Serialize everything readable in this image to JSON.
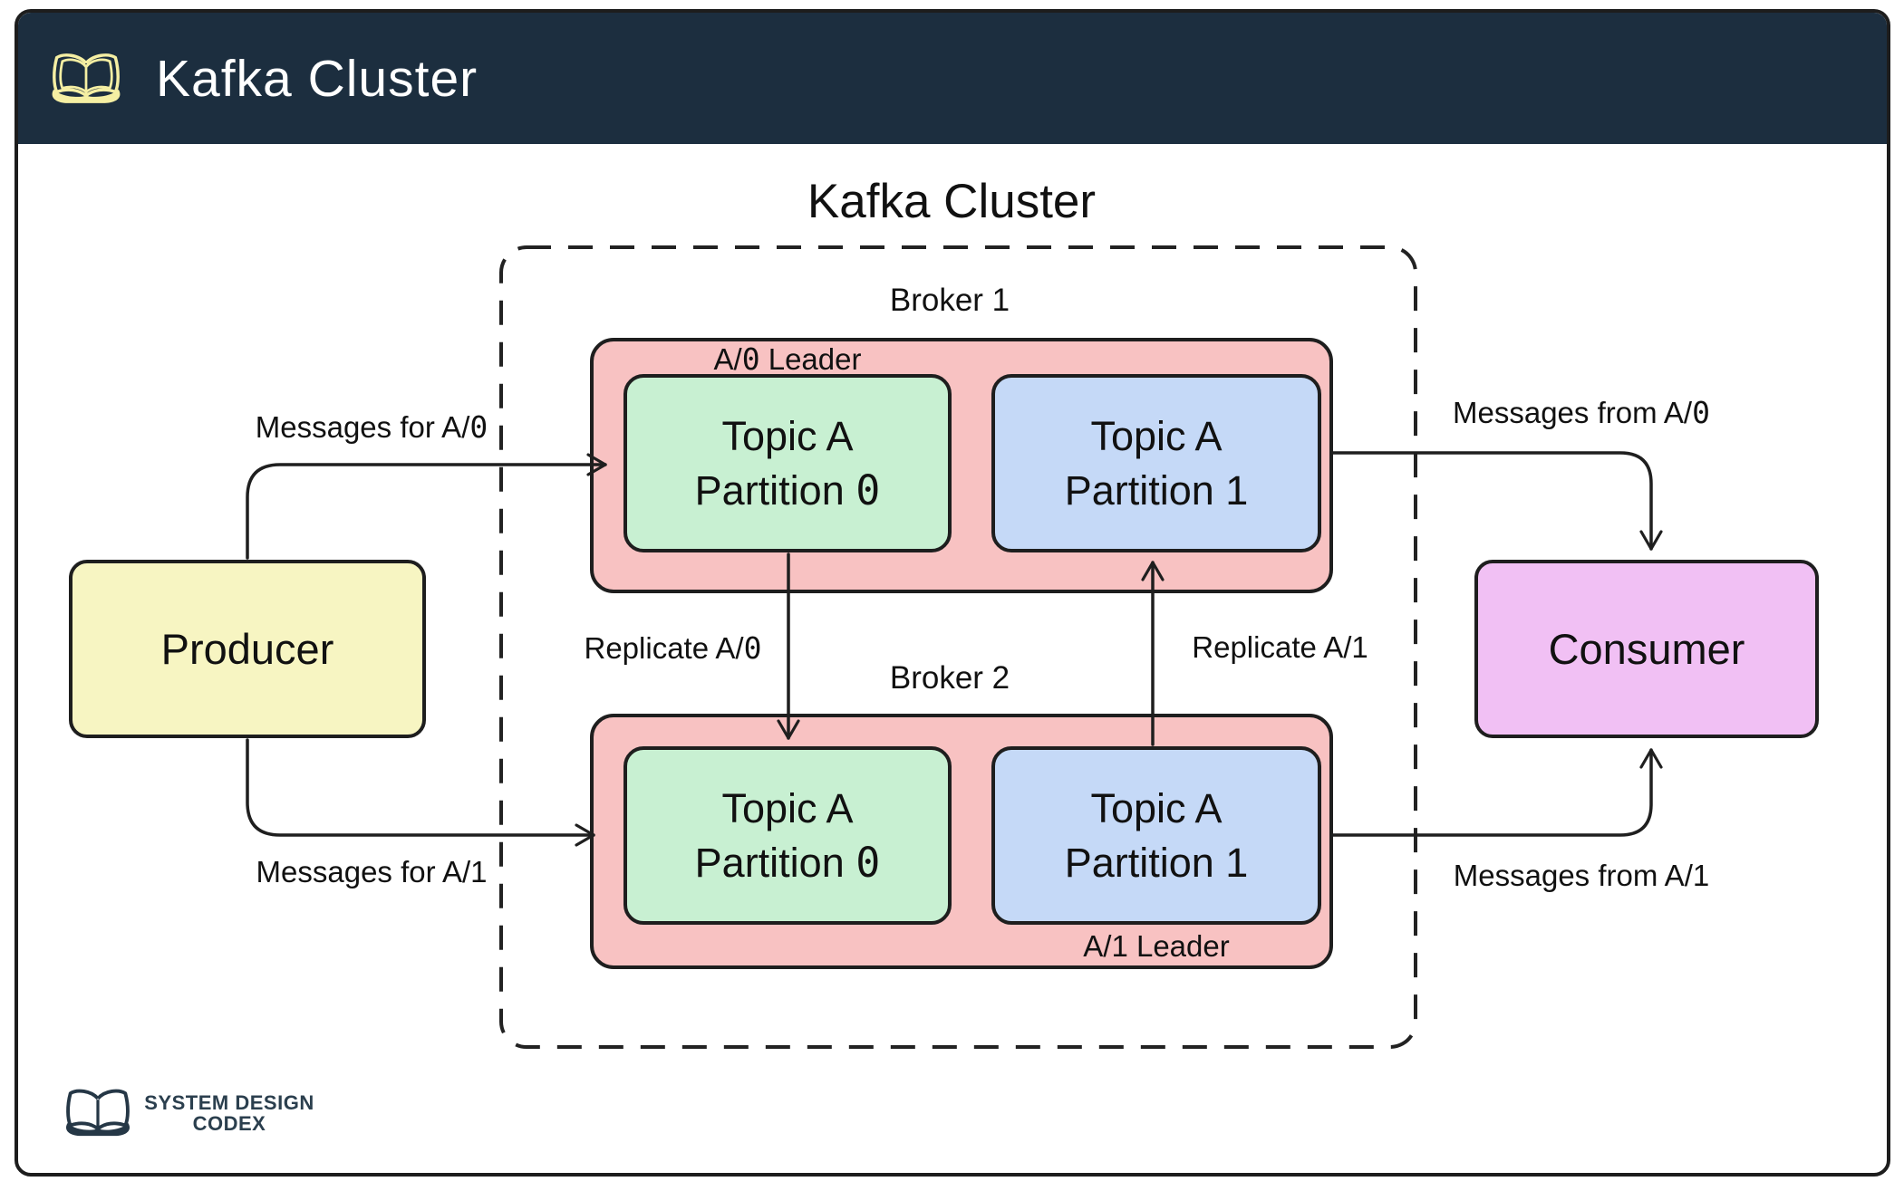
{
  "header": {
    "title": "Kafka Cluster",
    "icon": "open-book-icon",
    "bg_color": "#1c2e3f",
    "icon_color": "#f5efa3"
  },
  "diagram": {
    "title": "Kafka Cluster",
    "producer": {
      "label": "Producer",
      "color": "#f7f5c2"
    },
    "consumer": {
      "label": "Consumer",
      "color": "#f1c0f4"
    },
    "cluster": {
      "brokers": [
        {
          "label": "Broker 1",
          "leader_label": "A/0 Leader",
          "leader_position": "top",
          "color": "#f8c2c2",
          "partitions": [
            {
              "line1": "Topic A",
              "line2": "Partition 0",
              "color": "#c8f0d2"
            },
            {
              "line1": "Topic A",
              "line2": "Partition 1",
              "color": "#c5d9f7"
            }
          ]
        },
        {
          "label": "Broker 2",
          "leader_label": "A/1 Leader",
          "leader_position": "bottom",
          "color": "#f8c2c2",
          "partitions": [
            {
              "line1": "Topic A",
              "line2": "Partition 0",
              "color": "#c8f0d2"
            },
            {
              "line1": "Topic A",
              "line2": "Partition 1",
              "color": "#c5d9f7"
            }
          ]
        }
      ]
    },
    "edges": {
      "messages_for_a0": "Messages for A/0",
      "messages_for_a1": "Messages for A/1",
      "replicate_a0": "Replicate A/0",
      "replicate_a1": "Replicate A/1",
      "messages_from_a0": "Messages from A/0",
      "messages_from_a1": "Messages from A/1"
    },
    "line_color": "#1f1f1f"
  },
  "footer": {
    "logo_line1": "SYSTEM DESIGN",
    "logo_line2": "CODEX",
    "icon": "open-book-icon",
    "color": "#2b3f4e"
  }
}
